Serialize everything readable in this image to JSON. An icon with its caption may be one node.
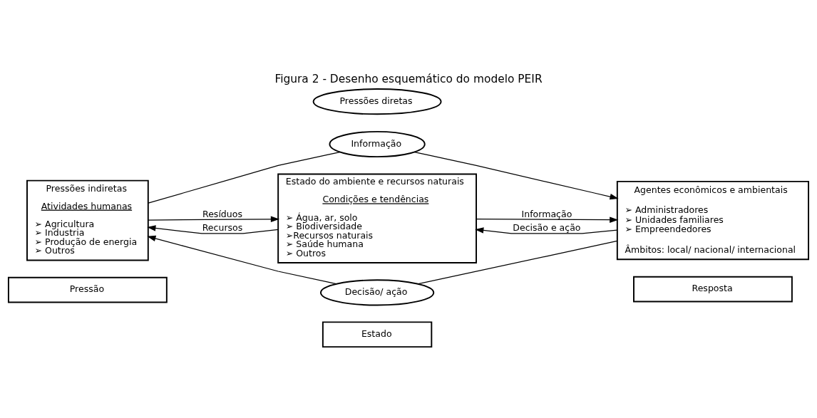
{
  "diagram": {
    "title": "Figura 2 - Desenho esquemático do modelo PEIR",
    "nodes": [
      {
        "text": [
          "Pressão"
        ]
      },
      {
        "text": [
          "Estado"
        ]
      },
      {
        "text": [
          "Resposta"
        ]
      },
      {
        "text": [
          "Informação"
        ]
      },
      {
        "text": [
          "Pressões indiretas",
          "Atividades humanas",
          "➢ Agricultura",
          "➢ Industria",
          "➢ Produção de energia",
          "➢ Outros"
        ]
      },
      {
        "text": [
          "Pressões diretas"
        ]
      },
      {
        "text": [
          "Estado do ambiente e recursos naturais",
          "Condições e tendências",
          "➢ Água, ar, solo",
          "➢ Biodiversidade",
          "➢Recursos naturais",
          "➢ Saúde humana",
          "➢ Outros"
        ]
      },
      {
        "text": [
          "Agentes econômicos e ambientais",
          "➢ Administradores",
          "➢ Unidades familiares",
          "➢ Empreendedores",
          "Âmbitos: local/ nacional/ internacional"
        ]
      },
      {
        "text": [
          "Decisão/ ação"
        ]
      }
    ],
    "edges": [
      {
        "from": 4,
        "to": 3,
        "arrow": "none"
      },
      {
        "from": 3,
        "to": 7,
        "arrow": "to"
      },
      {
        "from": 4,
        "to": 6,
        "arrow": "to",
        "label": "Resíduos"
      },
      {
        "from": 6,
        "to": 4,
        "arrow": "to",
        "label": "Recursos"
      },
      {
        "from": 6,
        "to": 7,
        "arrow": "to",
        "label": "Informação"
      },
      {
        "from": 7,
        "to": 6,
        "arrow": "to",
        "label": "Decisão e ação"
      },
      {
        "from": 7,
        "to": 8,
        "arrow": "none"
      },
      {
        "from": 8,
        "to": 4,
        "arrow": "to"
      }
    ]
  }
}
